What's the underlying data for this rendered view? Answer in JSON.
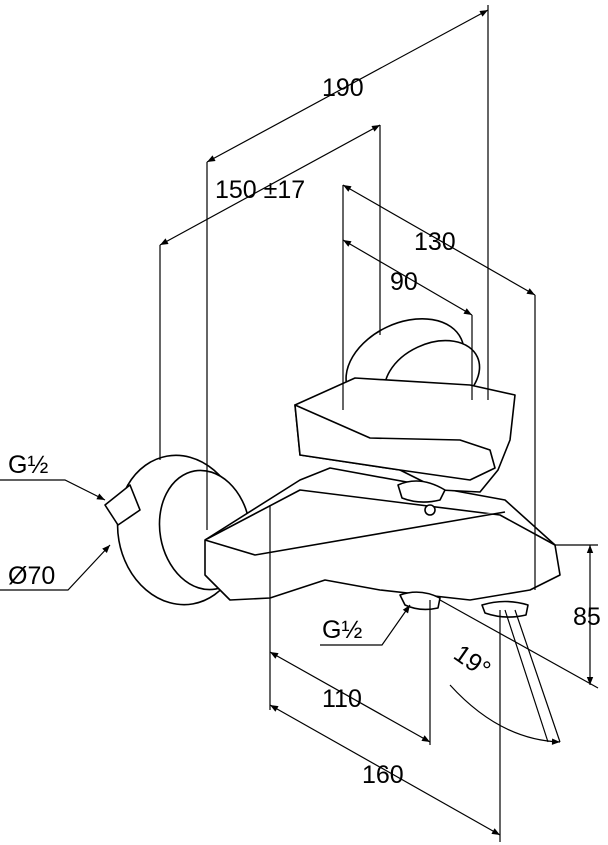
{
  "drawing": {
    "dimensions": {
      "overall_depth": "190",
      "wall_distance": "150 ±17",
      "lever_depth": "130",
      "lever_offset": "90",
      "height": "85",
      "outlet_offset": "110",
      "spout_length": "160",
      "spout_angle": "19°"
    },
    "connections": {
      "inlet_thread": "G½",
      "flange_diameter": "Ø70",
      "outlet_thread": "G½"
    }
  }
}
